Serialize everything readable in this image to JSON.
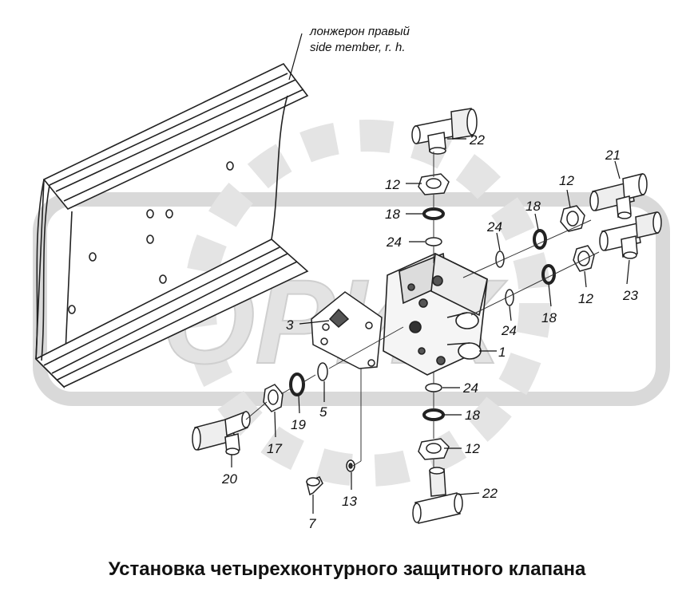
{
  "caption": "Установка четырехконтурного защитного клапана",
  "annotation": {
    "line1": "лонжерон правый",
    "line2": "side member, r. h."
  },
  "watermark": {
    "text": "ОРИХ",
    "color": "#d9d9d9"
  },
  "part_labels": [
    {
      "key": "n22a",
      "text": "22"
    },
    {
      "key": "n12a",
      "text": "12"
    },
    {
      "key": "n18a",
      "text": "18"
    },
    {
      "key": "n24a",
      "text": "24"
    },
    {
      "key": "n24b",
      "text": "24"
    },
    {
      "key": "n18b",
      "text": "18"
    },
    {
      "key": "n12b",
      "text": "12"
    },
    {
      "key": "n21",
      "text": "21"
    },
    {
      "key": "n23",
      "text": "23"
    },
    {
      "key": "n12c",
      "text": "12"
    },
    {
      "key": "n18c",
      "text": "18"
    },
    {
      "key": "n24c",
      "text": "24"
    },
    {
      "key": "n1",
      "text": "1"
    },
    {
      "key": "n3",
      "text": "3"
    },
    {
      "key": "n24d",
      "text": "24"
    },
    {
      "key": "n18d",
      "text": "18"
    },
    {
      "key": "n12d",
      "text": "12"
    },
    {
      "key": "n22b",
      "text": "22"
    },
    {
      "key": "n5",
      "text": "5"
    },
    {
      "key": "n19",
      "text": "19"
    },
    {
      "key": "n17",
      "text": "17"
    },
    {
      "key": "n20",
      "text": "20"
    },
    {
      "key": "n13",
      "text": "13"
    },
    {
      "key": "n7",
      "text": "7"
    }
  ]
}
